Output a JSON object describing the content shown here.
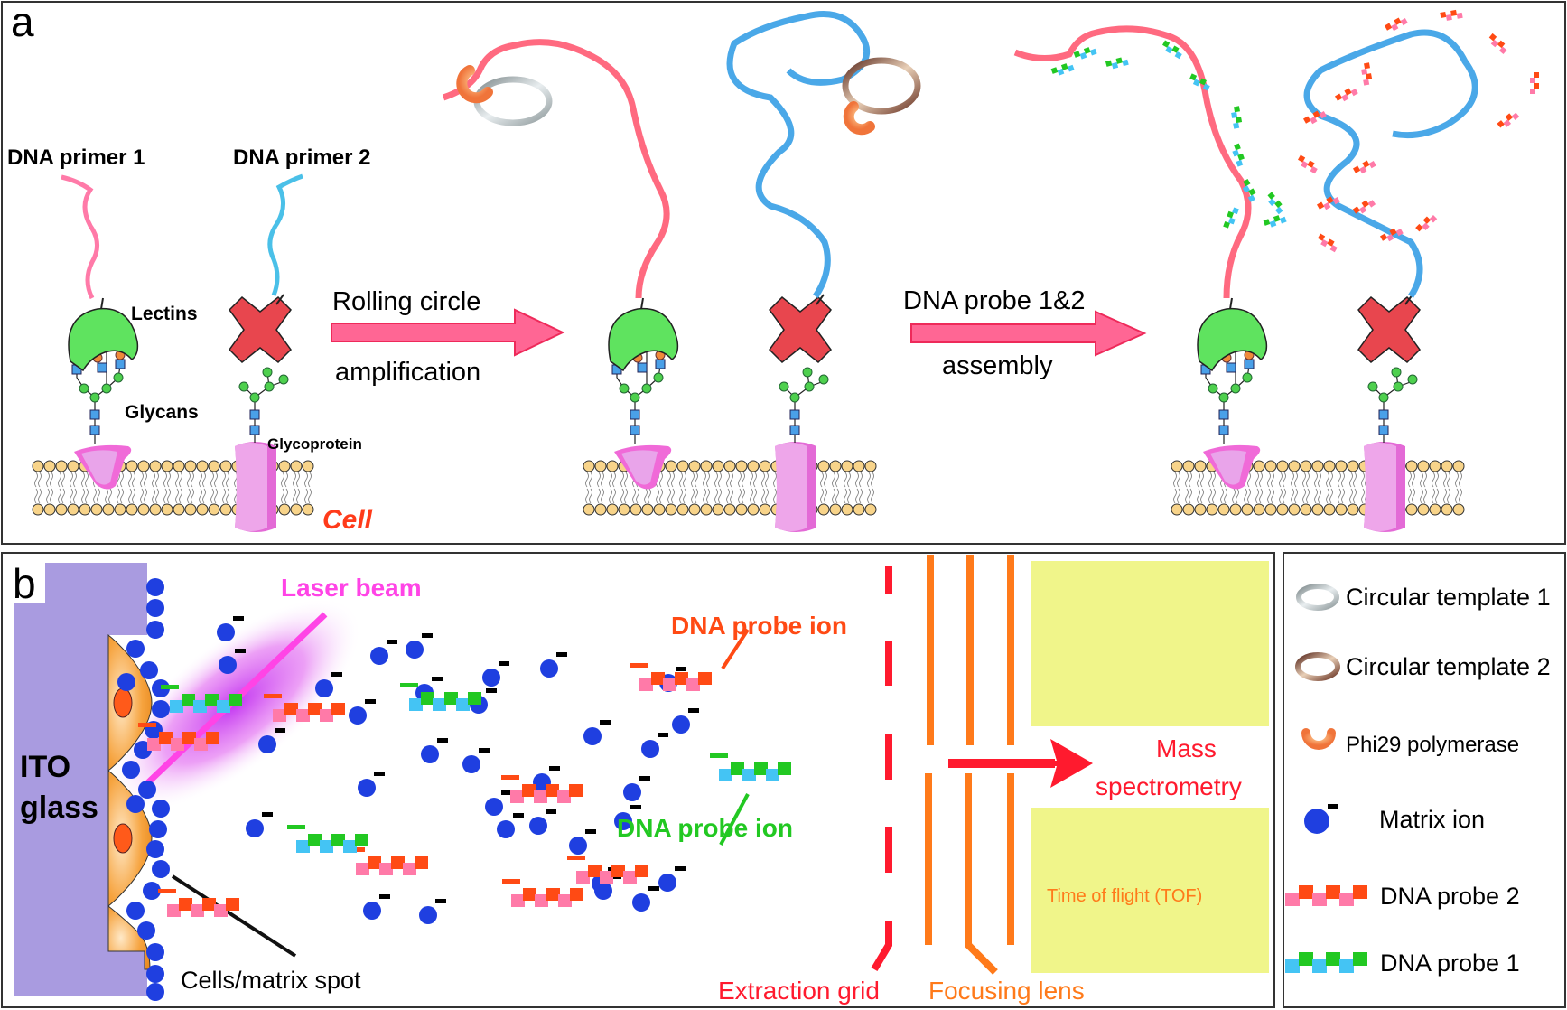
{
  "panel_a": {
    "label": "a",
    "labels": {
      "primer1": "DNA primer 1",
      "primer2": "DNA primer 2",
      "lectins": "Lectins",
      "glycans": "Glycans",
      "glycoprotein": "Glycoprotein",
      "cell": "Cell"
    },
    "arrow1": {
      "line1": "Rolling circle",
      "line2": "amplification"
    },
    "arrow2": {
      "line1": "DNA probe 1&2",
      "line2": "assembly"
    },
    "stages": [
      "primers bound to lectins on cell glycans",
      "rolling circle amplification products",
      "DNA probe assembly on amplicons"
    ]
  },
  "panel_b": {
    "label": "b",
    "ito_glass": [
      "ITO",
      "glass"
    ],
    "laser_beam": "Laser beam",
    "cells_matrix_spot": "Cells/matrix spot",
    "probe_ion_red": "DNA probe ion",
    "probe_ion_green": "DNA probe ion",
    "extraction_grid": "Extraction grid",
    "focusing_lens": "Focusing lens",
    "mass_spec": [
      "Mass",
      "spectrometry"
    ],
    "tof": "Time of flight (TOF)",
    "charge_symbol": "−"
  },
  "legend": {
    "items": [
      {
        "icon": "circular-template-1-icon",
        "label": "Circular template 1"
      },
      {
        "icon": "circular-template-2-icon",
        "label": "Circular template 2"
      },
      {
        "icon": "phi29-polymerase-icon",
        "label": "Phi29 polymerase"
      },
      {
        "icon": "matrix-ion-icon",
        "label": "Matrix ion"
      },
      {
        "icon": "dna-probe-2-icon",
        "label": "DNA probe 2"
      },
      {
        "icon": "dna-probe-1-icon",
        "label": "DNA probe 1"
      }
    ]
  },
  "colors": {
    "arrow_pink": "#ff6694",
    "lectin_green": "#5fe35f",
    "lectin_red": "#e8464e",
    "glycoprotein_pink": "#e68ad8",
    "membrane_head": "#f8d48a",
    "matrix_blue": "#1f3fe0",
    "probe2_red": "#ff4a14",
    "probe2_pink": "#ff7aa8",
    "probe1_green": "#22c822",
    "probe1_blue": "#44c4f4",
    "ito_purple": "#a99be0",
    "cell_orange": "#f6a33e",
    "tof_yellow": "#f0f58a",
    "extraction_red": "#ff1a2e",
    "lens_orange": "#ff7a1a",
    "laser_magenta": "#ff44e6"
  }
}
